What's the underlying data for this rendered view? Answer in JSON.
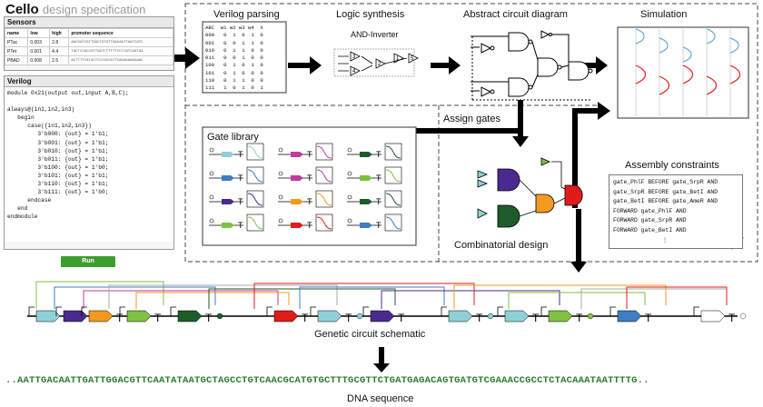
{
  "brand": {
    "name": "Cello",
    "subtitle": "design specification"
  },
  "sensors": {
    "title": "Sensors",
    "columns": [
      "name",
      "low",
      "high",
      "promoter sequence"
    ],
    "rows": [
      {
        "name": "PTac",
        "low": "0.003",
        "high": "2.8",
        "seq": "AACGATCGTTGGCTGTGTTGACAATTAATCATC"
      },
      {
        "name": "PTet",
        "low": "0.001",
        "high": "4.4",
        "seq": "TACTCCACCGTTGATCTTTTTCCCTATCAGTGA"
      },
      {
        "name": "PBAD",
        "low": "0.008",
        "high": "2.5",
        "seq": "ACTTTTCATACTCCCGCCATTCAGAGAAGAAAC"
      }
    ]
  },
  "verilog": {
    "title": "Verilog",
    "code": "module 0x21(output out,input A,B,C);\n\nalways@(in1,in2,in3)\n   begin\n      case({in1,in2,in3})\n         3'b000: {out} = 1'b1;\n         3'b001: {out} = 1'b1;\n         3'b010: {out} = 1'b1;\n         3'b011: {out} = 1'b1;\n         3'b100: {out} = 1'b0;\n         3'b101: {out} = 1'b1;\n         3'b110: {out} = 1'b1;\n         3'b111: {out} = 1'b0;\n      endcase\n   end\nendmodule",
    "run_label": "Run"
  },
  "stages": {
    "verilog_parsing": "Verilog parsing",
    "logic_synthesis": "Logic synthesis",
    "and_inverter": "AND-Inverter",
    "abstract_circuit": "Abstract circuit diagram",
    "simulation": "Simulation",
    "assign_gates": "Assign gates",
    "gate_library": "Gate library",
    "assembly_constraints": "Assembly constraints",
    "combinatorial_design": "Combinatorial design",
    "genetic_schematic": "Genetic circuit schematic",
    "dna_sequence": "DNA sequence"
  },
  "truth_table": "ABC  w1 w2 w3 w4  X\n000   0  1  0  1  0\n001   0  0  1  1  0\n010   0  1  1  0  0\n011   0  0  1  0  0\n100   0  1  0  1  0\n101   0  1  0  0  0\n110   0  1  1  0  0\n111   1  0  1  0  1",
  "and_inverter_nodes": [
    "1",
    "2",
    "3",
    "4",
    "5"
  ],
  "constraints": "gate_PhlF BEFORE gate_SrpR AND\ngate_SrpR BEFORE gate_BetI AND\ngate_BetI BEFORE gate_AmeR AND\nFORWARD gate_PhlF AND\nFORWARD gate_SrpR AND\nFORWARD gate_BetI AND\n              ⋮",
  "dna": "..AATTGACAATTGATTGGACGTTCAATATAATGCTAGCCTGTCAACGCATGTGCTTTGCGTTCTGATGAGACAGTGATGTCGAAACCGCCTCTACAAATAATTTTG..",
  "colors": {
    "purple": "#4b2a8f",
    "orange": "#f29a1f",
    "darkgreen": "#1e5b2a",
    "red": "#e01b1b",
    "cyan": "#8fd0d8",
    "lightgreen": "#7fc241",
    "blue": "#3d7fc1",
    "magenta": "#c23aa0",
    "run": "#3f9d2e",
    "dna": "#2e7d32"
  }
}
